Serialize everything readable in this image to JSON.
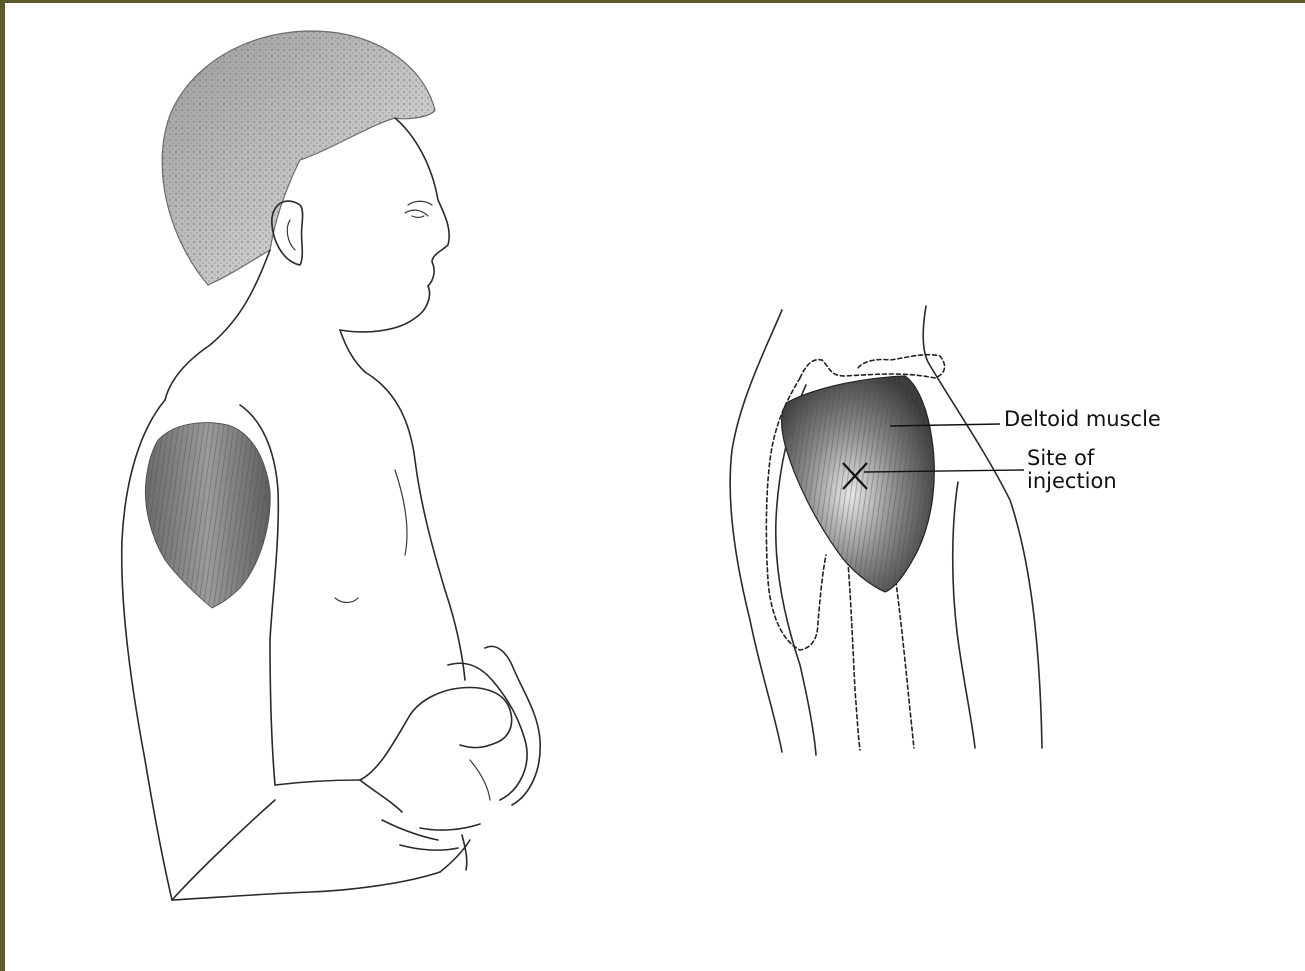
{
  "frame": {
    "border_color": "#5a5a2a"
  },
  "labels": {
    "deltoid_muscle": "Deltoid muscle",
    "site_of_injection_line1": "Site of",
    "site_of_injection_line2": "injection"
  },
  "colors": {
    "line_art": "#2a2a2a",
    "muscle_shading": "#555555",
    "marker": "#111111"
  }
}
